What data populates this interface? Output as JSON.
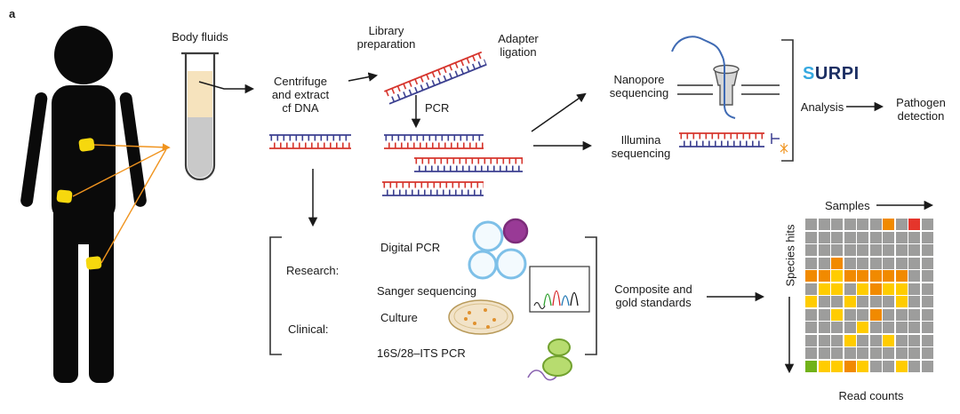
{
  "panel_label": "a",
  "labels": {
    "body_fluids": "Body fluids",
    "centrifuge": "Centrifuge\nand extract\ncf DNA",
    "library_prep": "Library\npreparation",
    "adapter_ligation": "Adapter\nligation",
    "pcr": "PCR",
    "nanopore_seq": "Nanopore\nsequencing",
    "illumina_seq": "Illumina\nsequencing",
    "surpi": "SURPI",
    "analysis": "Analysis",
    "pathogen_detection": "Pathogen\ndetection",
    "research": "Research:",
    "digital_pcr": "Digital PCR",
    "sanger_seq": "Sanger sequencing",
    "clinical": "Clinical:",
    "rrna_pcr": "16S/28–ITS PCR",
    "culture": "Culture",
    "composite": "Composite and\ngold standards",
    "samples": "Samples",
    "species_hits": "Species hits",
    "read_counts": "Read counts"
  },
  "icons": {
    "human_body": "human-silhouette-with-sampling-sites",
    "test_tube": "centrifuged-body-fluid-tube",
    "dna_fragment": "double-stranded-dna-ladder",
    "nanopore": "nanopore-with-threading-dna",
    "illumina": "flowcell-dna-fragment-with-adapter",
    "surpi_logo": "dna-helix-s-logo",
    "digital_pcr": "droplet-partition-circles",
    "chromatogram": "sanger-trace-box",
    "petri_dish": "culture-plate",
    "microbe": "microbe-with-dna-squiggle"
  },
  "colors": {
    "dna_red": "#d6342c",
    "dna_blue": "#3b3f90",
    "sample_site_yellow": "#f6d80e",
    "arrow_orange": "#f0941f",
    "surpi_blue": "#35a8e0",
    "surpi_navy": "#1c2f63",
    "heatmap_gray": "#9d9d9c",
    "heatmap_orange": "#f18a00",
    "heatmap_yellow": "#ffcc00",
    "heatmap_red": "#e5352b",
    "heatmap_green": "#71b219"
  },
  "heatmap": {
    "type": "heatmap",
    "x_axis": "Samples",
    "y_axis": "Species hits",
    "value_axis": "Read counts",
    "legend": {
      "G": "#9d9d9c",
      "O": "#f18a00",
      "Y": "#ffcc00",
      "R": "#e5352b",
      "N": "#71b219"
    },
    "rows": [
      "GGGGGGOGRG",
      "GGGGGGGGGG",
      "GGGGGGGGGG",
      "GGOGGGGGGG",
      "OOYOOOOOGG",
      "GYYGYOYYGG",
      "YGGYGGGYGG",
      "GGYGGOGGGG",
      "GGGGYGGGGG",
      "GGGYGGYGGG",
      "GGGGGGGGGG",
      "NYYOYGGYGG"
    ]
  }
}
